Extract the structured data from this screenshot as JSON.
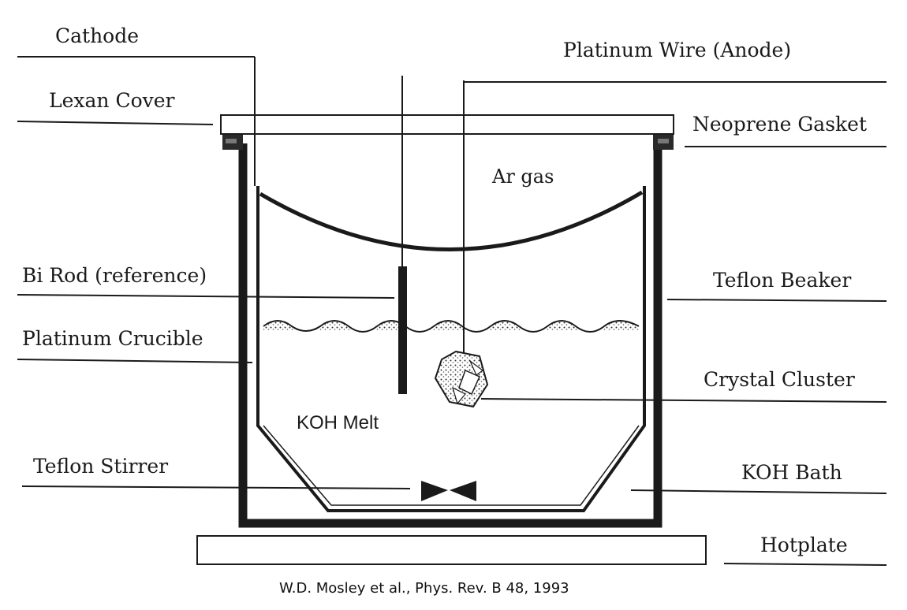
{
  "labels": {
    "cathode": "Cathode",
    "platinum_wire": "Platinum Wire (Anode)",
    "lexan_cover": "Lexan Cover",
    "neoprene_gasket": "Neoprene Gasket",
    "ar_gas": "Ar gas",
    "bi_rod": "Bi Rod (reference)",
    "teflon_beaker": "Teflon Beaker",
    "platinum_crucible": "Platinum Crucible",
    "crystal_cluster": "Crystal Cluster",
    "koh_melt": "KOH Melt",
    "teflon_stirrer": "Teflon Stirrer",
    "koh_bath": "KOH Bath",
    "hotplate": "Hotplate"
  },
  "citation": "W.D. Mosley et al., Phys. Rev. B 48, 1993"
}
